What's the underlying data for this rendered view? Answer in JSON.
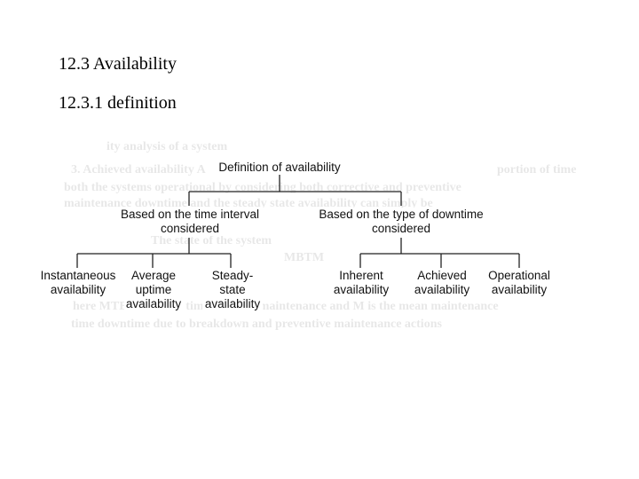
{
  "headings": {
    "section": "12.3 Availability",
    "subsection": "12.3.1 definition"
  },
  "diagram": {
    "root": "Definition of availability",
    "branches": [
      {
        "label": "Based on the time interval considered",
        "children": [
          "Instantaneous availability",
          "Average uptime availability",
          "Steady-state availability"
        ]
      },
      {
        "label": "Based on the type of downtime considered",
        "children": [
          "Inherent availability",
          "Achieved availability",
          "Operational availability"
        ]
      }
    ]
  },
  "background_text": [
    "ity analysis of a system",
    "3. Achieved availability A",
    "portion of time",
    "both the systems operational by considering both corrective and preventive",
    "maintenance downtime and the steady state availability can simply be",
    "The state of the system",
    "MBTM",
    "here MTBM is mean time between maintenance and M is the mean maintenance",
    "time downtime due to breakdown and preventive maintenance actions"
  ]
}
